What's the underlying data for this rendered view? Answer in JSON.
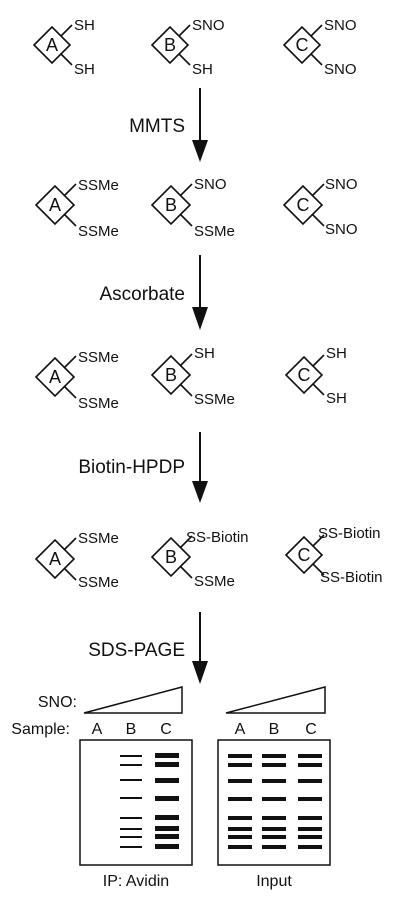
{
  "colors": {
    "ink": "#111111",
    "background": "#ffffff"
  },
  "stages": [
    {
      "molecules": [
        {
          "core": "A",
          "upper": "SH",
          "lower": "SH"
        },
        {
          "core": "B",
          "upper": "SNO",
          "lower": "SH"
        },
        {
          "core": "C",
          "upper": "SNO",
          "lower": "SNO"
        }
      ]
    },
    {
      "molecules": [
        {
          "core": "A",
          "upper": "SSMe",
          "lower": "SSMe"
        },
        {
          "core": "B",
          "upper": "SNO",
          "lower": "SSMe"
        },
        {
          "core": "C",
          "upper": "SNO",
          "lower": "SNO"
        }
      ]
    },
    {
      "molecules": [
        {
          "core": "A",
          "upper": "SSMe",
          "lower": "SSMe"
        },
        {
          "core": "B",
          "upper": "SH",
          "lower": "SSMe"
        },
        {
          "core": "C",
          "upper": "SH",
          "lower": "SH"
        }
      ]
    },
    {
      "molecules": [
        {
          "core": "A",
          "upper": "SSMe",
          "lower": "SSMe"
        },
        {
          "core": "B",
          "upper": "SS-Biotin",
          "lower": "SSMe"
        },
        {
          "core": "C",
          "upper": "SS-Biotin",
          "lower": "SS-Biotin"
        }
      ]
    }
  ],
  "steps": [
    "MMTS",
    "Ascorbate",
    "Biotin-HPDP",
    "SDS-PAGE"
  ],
  "gel": {
    "sno_label": "SNO:",
    "sample_label": "Sample:",
    "lanes": [
      "A",
      "B",
      "C"
    ],
    "left_caption": "IP: Avidin",
    "right_caption": "Input"
  }
}
